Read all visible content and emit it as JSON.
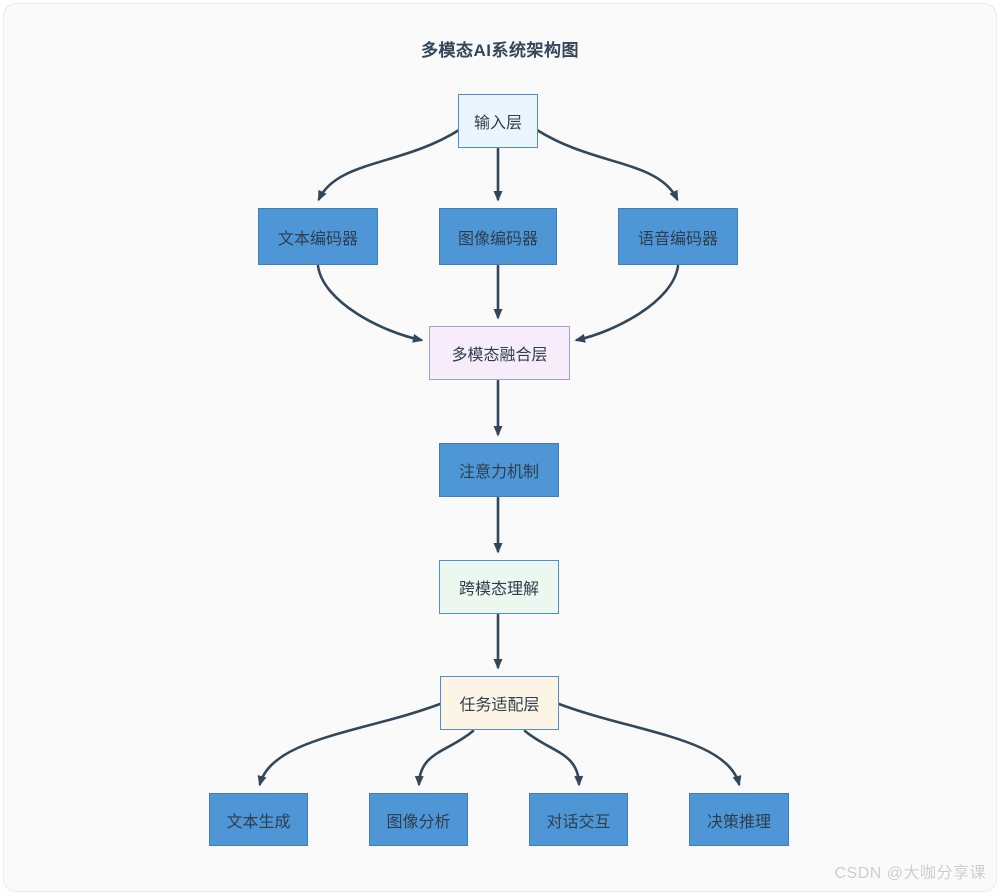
{
  "diagram": {
    "title": "多模态AI系统架构图",
    "nodes": {
      "input": {
        "label": "输入层",
        "kind": "input-layer"
      },
      "text_encoder": {
        "label": "文本编码器",
        "kind": "process"
      },
      "image_encoder": {
        "label": "图像编码器",
        "kind": "process"
      },
      "voice_encoder": {
        "label": "语音编码器",
        "kind": "process"
      },
      "fusion": {
        "label": "多模态融合层",
        "kind": "fusion-layer"
      },
      "attention": {
        "label": "注意力机制",
        "kind": "process"
      },
      "cross_modal": {
        "label": "跨模态理解",
        "kind": "understanding-layer"
      },
      "task_adapter": {
        "label": "任务适配层",
        "kind": "adapter-layer"
      },
      "text_gen": {
        "label": "文本生成",
        "kind": "output"
      },
      "image_analysis": {
        "label": "图像分析",
        "kind": "output"
      },
      "dialog": {
        "label": "对话交互",
        "kind": "output"
      },
      "decision": {
        "label": "决策推理",
        "kind": "output"
      }
    },
    "edges": [
      {
        "from": "input",
        "to": "text_encoder"
      },
      {
        "from": "input",
        "to": "image_encoder"
      },
      {
        "from": "input",
        "to": "voice_encoder"
      },
      {
        "from": "text_encoder",
        "to": "fusion"
      },
      {
        "from": "image_encoder",
        "to": "fusion"
      },
      {
        "from": "voice_encoder",
        "to": "fusion"
      },
      {
        "from": "fusion",
        "to": "attention"
      },
      {
        "from": "attention",
        "to": "cross_modal"
      },
      {
        "from": "cross_modal",
        "to": "task_adapter"
      },
      {
        "from": "task_adapter",
        "to": "text_gen"
      },
      {
        "from": "task_adapter",
        "to": "image_analysis"
      },
      {
        "from": "task_adapter",
        "to": "dialog"
      },
      {
        "from": "task_adapter",
        "to": "decision"
      }
    ],
    "colors": {
      "node_blue_fill": "#4E96D6",
      "node_blue_border": "#3D7EBF",
      "node_input_fill": "#EAF5FD",
      "node_input_border": "#4A90D2",
      "node_fusion_fill": "#F6ECFA",
      "node_fusion_border": "#A49EC9",
      "node_green_fill": "#EBF7EF",
      "node_cream_fill": "#FCF5E6",
      "light_border": "#4A90D2",
      "arrow_color": "#33475B",
      "text_color": "#2F3E4E",
      "title_color": "#33475B",
      "watermark_color": "#CDCDCD"
    }
  },
  "watermark": "CSDN @大咖分享课"
}
